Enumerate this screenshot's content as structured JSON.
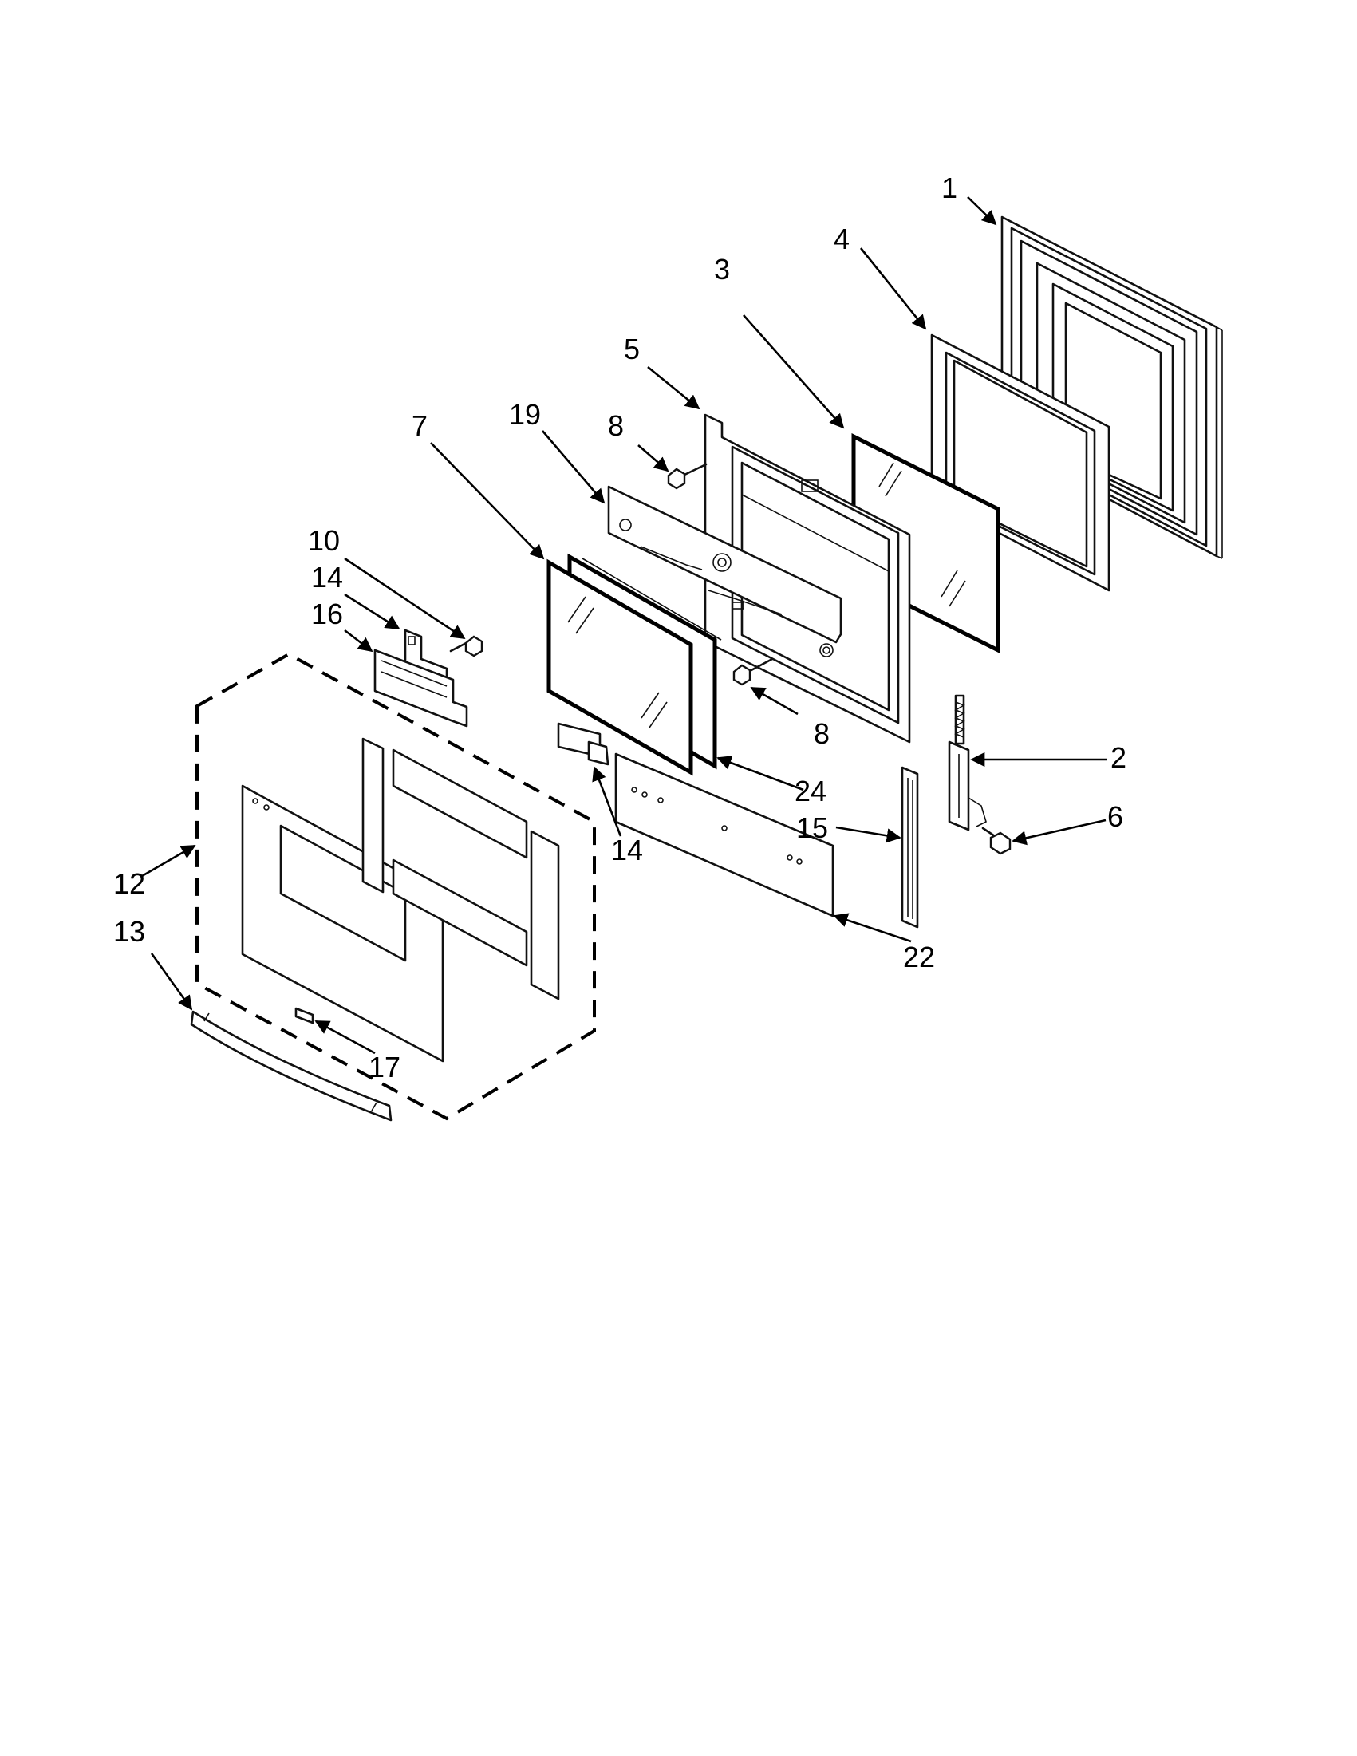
{
  "callouts": {
    "c1": "1",
    "c2": "2",
    "c3": "3",
    "c4": "4",
    "c5": "5",
    "c6": "6",
    "c7": "7",
    "c8a": "8",
    "c8b": "8",
    "c10": "10",
    "c12": "12",
    "c13": "13",
    "c14a": "14",
    "c14b": "14",
    "c15": "15",
    "c16": "16",
    "c17": "17",
    "c19": "19",
    "c22": "22",
    "c24": "24"
  }
}
